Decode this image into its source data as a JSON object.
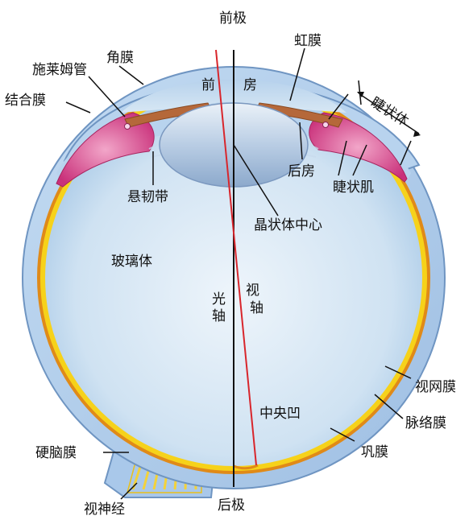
{
  "labels": {
    "anterior_pole": "前极",
    "posterior_pole": "后极",
    "cornea": "角膜",
    "schlemm_canal": "施莱姆管",
    "conjunctiva": "结合膜",
    "iris": "虹膜",
    "anterior_chamber_left": "前",
    "anterior_chamber_right": "房",
    "ciliary_body": "睫状体",
    "posterior_chamber": "后房",
    "ciliary_muscle": "睫状肌",
    "zonule": "悬韧带",
    "lens_center": "晶状体中心",
    "vitreous_body": "玻璃体",
    "optic_axis_1": "光",
    "optic_axis_2": "轴",
    "visual_axis_1": "视",
    "visual_axis_2": "轴",
    "retina": "视网膜",
    "choroid": "脉络膜",
    "fovea": "中央凹",
    "sclera": "巩膜",
    "dura_mater": "硬脑膜",
    "optic_nerve": "视神经"
  },
  "colors": {
    "sclera": "#a9c8ea",
    "sclera_edge": "#6f95c2",
    "vitreous": "#d2e5f3",
    "retina": "#f6d21a",
    "choroid": "#e08a18",
    "iris": "#b5683a",
    "ciliary": "#d8488e",
    "lens": "#9fb9d8",
    "visual_axis": "#d8262c"
  }
}
